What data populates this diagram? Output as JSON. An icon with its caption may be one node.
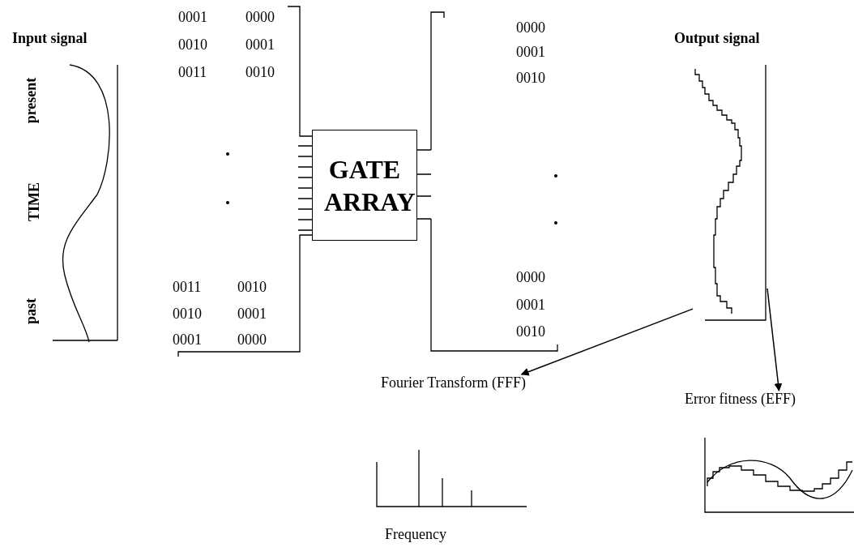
{
  "diagram": {
    "nodes": [
      {
        "text": [
          "GATE ARRAY"
        ]
      },
      {
        "text": [],
        "shape": "picture"
      },
      {
        "text": [
          "Fourier Transform (FFF)"
        ]
      },
      {
        "text": [
          "Error fitness (EFF)"
        ]
      }
    ],
    "edges": [
      {
        "from": 1,
        "to": 2,
        "arrow": "to"
      },
      {
        "from": 1,
        "to": 3,
        "arrow": "to"
      }
    ],
    "labels": [
      "Input signal",
      "present",
      "TIME",
      "past",
      "0001",
      "0000",
      "0010",
      "0001",
      "0011",
      "0010",
      "0011",
      "0010",
      "0010",
      "0001",
      "0001",
      "0000",
      "0000",
      "0001",
      "0010",
      "0000",
      "0001",
      "0010",
      "Output signal",
      "Frequency"
    ]
  }
}
